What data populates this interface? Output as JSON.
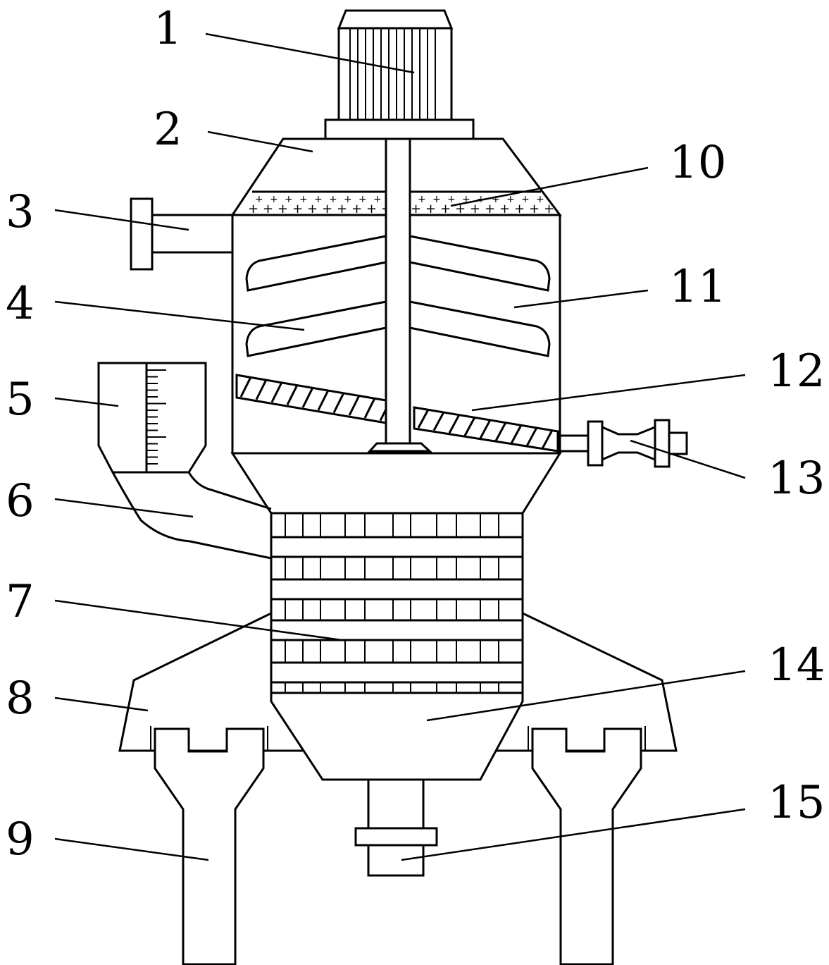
{
  "labels": [
    "1",
    "2",
    "3",
    "4",
    "5",
    "6",
    "7",
    "8",
    "9",
    "10",
    "11",
    "12",
    "13",
    "14",
    "15"
  ],
  "colors": {
    "stroke": "#000000",
    "background": "#ffffff"
  }
}
